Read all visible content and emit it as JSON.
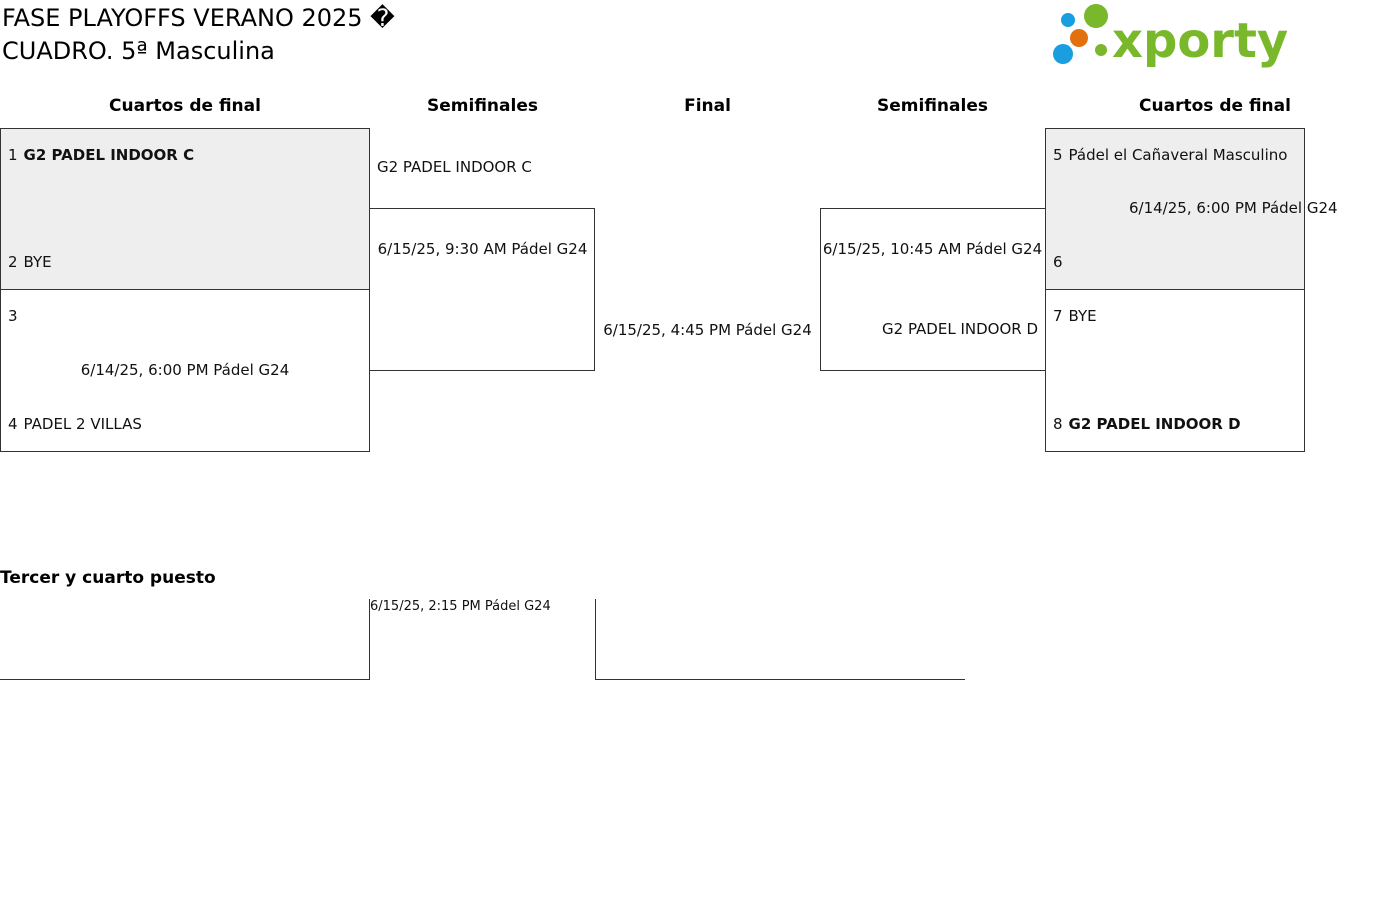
{
  "header": {
    "title_line1": "FASE PLAYOFFS VERANO 2025 �",
    "title_line2": "CUADRO. 5ª Masculina",
    "logo_text": "xporty",
    "colors": {
      "logo_green": "#78b82a",
      "dot_blue": "#1a9ee0",
      "dot_orange": "#e2700f",
      "dot_green": "#78b82a"
    }
  },
  "rounds": {
    "left_qf": "Cuartos de final",
    "left_sf": "Semifinales",
    "final": "Final",
    "right_sf": "Semifinales",
    "right_qf": "Cuartos de final"
  },
  "left_qf": [
    {
      "seed_a": "1",
      "team_a": "G2 PADEL INDOOR C",
      "seed_b": "2",
      "team_b": "BYE",
      "info": ""
    },
    {
      "seed_a": "3",
      "team_a": "",
      "seed_b": "4",
      "team_b": "PADEL 2 VILLAS",
      "info": "6/14/25, 6:00 PM Pádel G24"
    }
  ],
  "left_sf": {
    "team_top": "G2 PADEL INDOOR C",
    "info": "6/15/25, 9:30 AM Pádel G24"
  },
  "final": {
    "info": "6/15/25, 4:45 PM Pádel G24"
  },
  "right_sf": {
    "info": "6/15/25, 10:45 AM Pádel G24",
    "team_bottom": "G2 PADEL INDOOR D"
  },
  "right_qf": [
    {
      "seed_a": "5",
      "team_a": "Pádel el Cañaveral Masculino",
      "seed_b": "6",
      "team_b": "",
      "info": "6/14/25, 6:00 PM Pádel G24"
    },
    {
      "seed_a": "7",
      "team_a": "BYE",
      "seed_b": "8",
      "team_b": "G2 PADEL INDOOR D",
      "info": ""
    }
  ],
  "third_place": {
    "title": "Tercer y cuarto puesto",
    "info": "6/15/25, 2:15 PM Pádel G24"
  }
}
